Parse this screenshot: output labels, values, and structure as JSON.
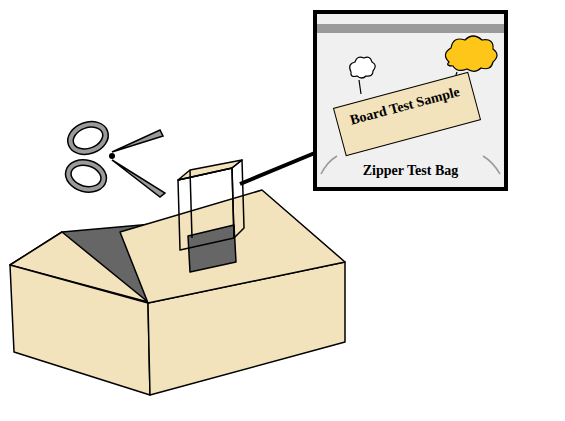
{
  "diagram": {
    "nodes": [
      {
        "text": [
          "Zipper Test Bag"
        ]
      },
      {
        "text": [
          "Board Test Sample"
        ],
        "in": 0
      }
    ]
  }
}
